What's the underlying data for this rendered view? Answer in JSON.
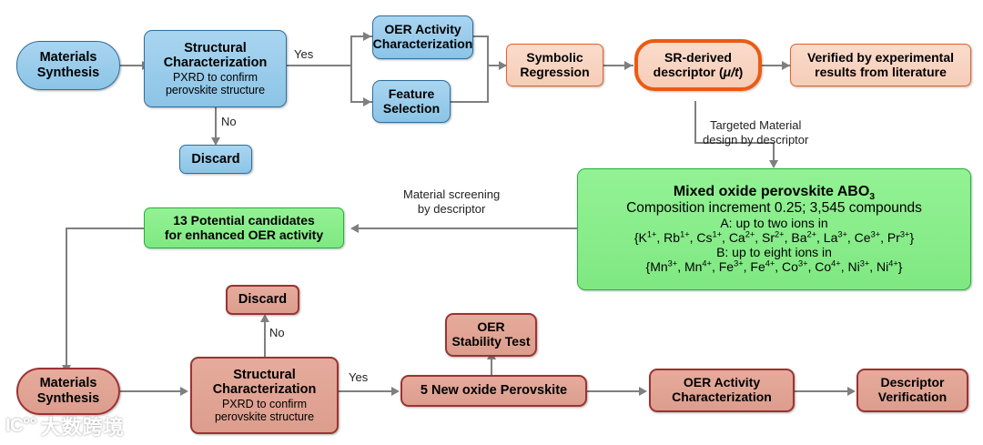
{
  "diagram": {
    "title": "Materials discovery workflow with symbolic regression descriptor",
    "colors": {
      "blue_fill": "#8cc4e6",
      "blue_border": "#2f6e9e",
      "peach_fill": "#f6cdb8",
      "peach_border": "#e2622f",
      "highlight_border": "#ec5a12",
      "green_fill": "#7fe882",
      "green_border": "#23b23a",
      "salmon_fill": "#dc9d8d",
      "salmon_border": "#9d3232",
      "connector": "#7f7f7f"
    }
  },
  "nodes": {
    "materials_synthesis_top": {
      "line1": "Materials",
      "line2": "Synthesis"
    },
    "structural_characterization_top": {
      "line1": "Structural",
      "line2": "Characterization",
      "line3": "PXRD to confirm",
      "line4": "perovskite structure"
    },
    "discard_top": {
      "label": "Discard"
    },
    "oer_activity_characterization_top": {
      "line1": "OER  Activity",
      "line2": "Characterization"
    },
    "feature_selection": {
      "line1": "Feature",
      "line2": "Selection"
    },
    "symbolic_regression": {
      "line1": "Symbolic",
      "line2": "Regression"
    },
    "sr_derived_descriptor": {
      "line1": "SR-derived",
      "line2_pre": "descriptor (",
      "line2_var": "μ/t",
      "line2_post": ")"
    },
    "verified_by_literature": {
      "line1": "Verified by experimental",
      "line2": "results from literature"
    },
    "mixed_oxide_perovskite": {
      "line1_pre": "Mixed oxide perovskite ABO",
      "line1_sub": "3",
      "line2": "Composition increment 0.25;  3,545 compounds",
      "line3": "A: up to two ions in",
      "line4_parts": [
        {
          "sym": "{K",
          "sup": "1+"
        },
        {
          "sym": ", Rb",
          "sup": "1+"
        },
        {
          "sym": ", Cs",
          "sup": "1+"
        },
        {
          "sym": ", Ca",
          "sup": "2+"
        },
        {
          "sym": ", Sr",
          "sup": "2+"
        },
        {
          "sym": ", Ba",
          "sup": "2+"
        },
        {
          "sym": ", La",
          "sup": "3+"
        },
        {
          "sym": ", Ce",
          "sup": "3+"
        },
        {
          "sym": ", Pr",
          "sup": "3+"
        },
        {
          "sym": "}",
          "sup": ""
        }
      ],
      "line5": "B: up to eight ions in",
      "line6_parts": [
        {
          "sym": "{Mn",
          "sup": "3+"
        },
        {
          "sym": ", Mn",
          "sup": "4+"
        },
        {
          "sym": ", Fe",
          "sup": "3+"
        },
        {
          "sym": ", Fe",
          "sup": "4+"
        },
        {
          "sym": ", Co",
          "sup": "3+"
        },
        {
          "sym": ", Co",
          "sup": "4+"
        },
        {
          "sym": ", Ni",
          "sup": "3+"
        },
        {
          "sym": ", Ni",
          "sup": "4+"
        },
        {
          "sym": "}",
          "sup": ""
        }
      ]
    },
    "potential_candidates": {
      "line1": "13 Potential  candidates",
      "line2": "for enhanced OER activity"
    },
    "discard_bottom": {
      "label": "Discard"
    },
    "materials_synthesis_bottom": {
      "line1": "Materials",
      "line2": "Synthesis"
    },
    "structural_characterization_bottom": {
      "line1": "Structural",
      "line2": "Characterization",
      "line3": "PXRD to confirm",
      "line4": "perovskite structure"
    },
    "oer_stability_test": {
      "line1": "OER",
      "line2": "Stability Test"
    },
    "new_oxide_perovskite": {
      "label": "5 New oxide  Perovskite"
    },
    "oer_activity_characterization_bottom": {
      "line1": "OER  Activity",
      "line2": "Characterization"
    },
    "descriptor_verification": {
      "line1": "Descriptor",
      "line2": "Verification"
    }
  },
  "edge_labels": {
    "yes_top": "Yes",
    "no_top": "No",
    "targeted_design_l1": "Targeted Material",
    "targeted_design_l2": "design by descriptor",
    "material_screening_l1": "Material screening",
    "material_screening_l2": "by descriptor",
    "no_bottom": "No",
    "yes_bottom": "Yes"
  },
  "watermark": {
    "logo": "IC°°",
    "text": "大数跨境"
  }
}
